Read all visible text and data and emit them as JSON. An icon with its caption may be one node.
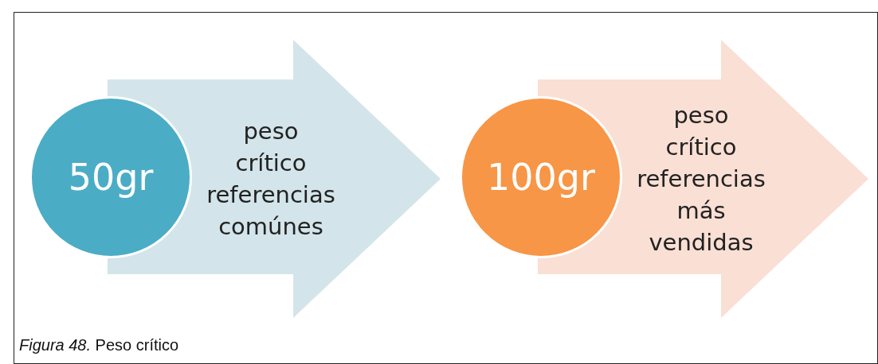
{
  "diagram": {
    "caption": "*Figura 48.* Peso crítico",
    "nodes": [
      {
        "text": [
          "peso crítico referencias comúnes"
        ]
      },
      {
        "text": [
          "50gr"
        ]
      },
      {
        "text": [
          "peso crítico referencias más vendidas"
        ]
      },
      {
        "text": [
          "100gr"
        ]
      }
    ]
  }
}
